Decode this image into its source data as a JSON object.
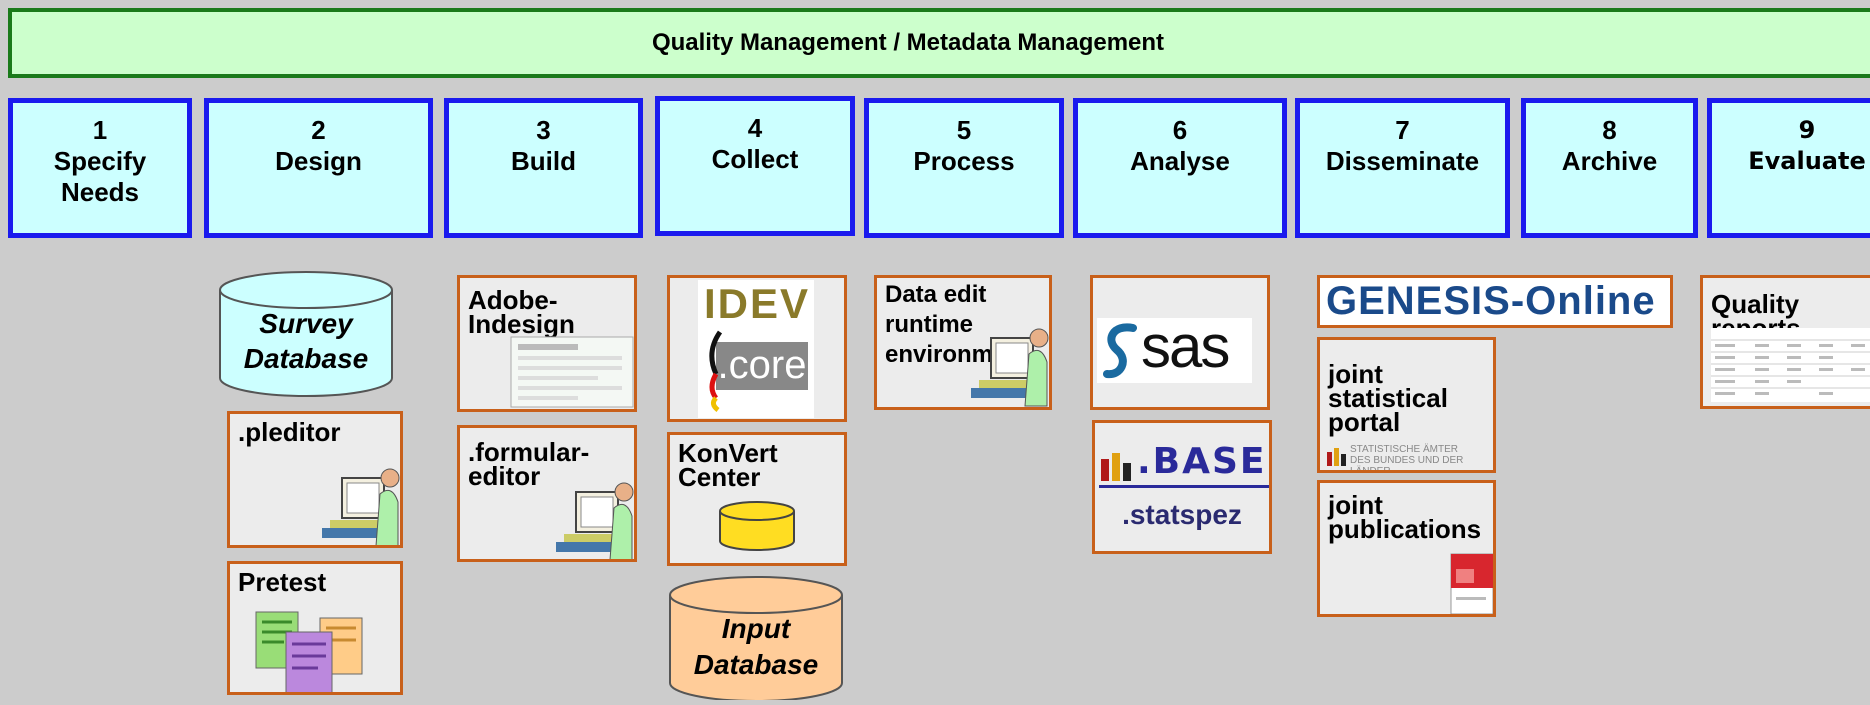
{
  "banner": {
    "title": "Quality Management / Metadata Management"
  },
  "phases": [
    {
      "num": "1",
      "line1": "Specify",
      "line2": "Needs"
    },
    {
      "num": "2",
      "line1": "Design",
      "line2": ""
    },
    {
      "num": "3",
      "line1": "Build",
      "line2": ""
    },
    {
      "num": "4",
      "line1": "Collect",
      "line2": ""
    },
    {
      "num": "5",
      "line1": "Process",
      "line2": ""
    },
    {
      "num": "6",
      "line1": "Analyse",
      "line2": ""
    },
    {
      "num": "7",
      "line1": "Disseminate",
      "line2": ""
    },
    {
      "num": "8",
      "line1": "Archive",
      "line2": ""
    },
    {
      "num": "9",
      "line1": "Evaluate",
      "line2": ""
    }
  ],
  "tools": {
    "survey_db": {
      "line1": "Survey",
      "line2": "Database"
    },
    "pleditor": ".pleditor",
    "pretest": "Pretest",
    "adobe": {
      "line1": "Adobe-",
      "line2": "Indesign"
    },
    "formular": {
      "line1": ".formular-",
      "line2": "editor"
    },
    "idev": "IDEV",
    "core": ".core",
    "konvert": {
      "line1": "KonVert",
      "line2": "Center"
    },
    "input_db": {
      "line1": "Input",
      "line2": "Database"
    },
    "data_edit": {
      "line1": "Data edit",
      "line2": "runtime",
      "line3": "environment"
    },
    "sas": "sas",
    "base": ".BASE",
    "statspez": ".statspez",
    "genesis": "GENESIS-Online",
    "joint_portal": {
      "line1": "joint",
      "line2": "statistical",
      "line3": "portal"
    },
    "statistische": {
      "line1": "STATISTISCHE ÄMTER",
      "line2": "DES BUNDES UND DER LÄNDER"
    },
    "joint_pub": {
      "line1": "joint",
      "line2": "publications"
    },
    "quality": {
      "line1": "Quality",
      "line2": "reports"
    }
  },
  "colors": {
    "background": "#cccccc",
    "banner_fill": "#ccffcc",
    "banner_border": "#1a7a1a",
    "phase_fill": "#ccffff",
    "phase_border": "#1a1aee",
    "tool_fill": "#ececec",
    "tool_border": "#c8601a",
    "survey_db_fill": "#ccffff",
    "input_db_fill": "#ffcc99"
  }
}
